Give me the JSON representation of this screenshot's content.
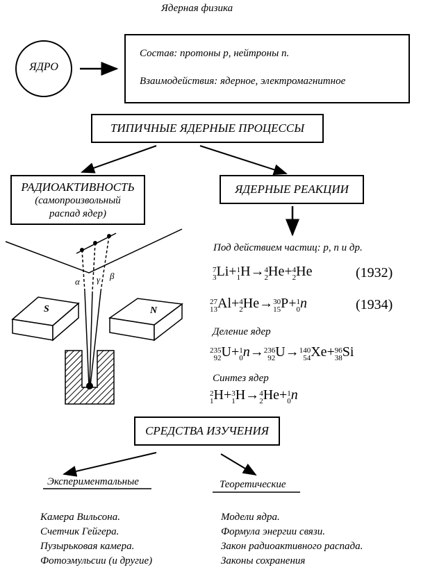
{
  "title": "Ядерная физика",
  "nucleus": {
    "label": "ЯДРО",
    "composition": "Состав: протоны p, нейтроны n.",
    "interactions": "Взаимодействия: ядерное, электромагнитное"
  },
  "processes_box": "ТИПИЧНЫЕ ЯДЕРНЫЕ ПРОЦЕССЫ",
  "radioactivity": {
    "title": "РАДИОАКТИВНОСТЬ",
    "subtitle_line1": "(самопроизвольный",
    "subtitle_line2": "распад ядер)",
    "alpha": "α",
    "gamma": "γ",
    "beta": "β",
    "magnet_s": "S",
    "magnet_n": "N"
  },
  "reactions": {
    "title": "ЯДЕРНЫЕ РЕАКЦИИ",
    "under_action": "Под действием частиц: p, n и др.",
    "year1": "(1932)",
    "year2": "(1934)",
    "fission": "Деление ядер",
    "synthesis": "Синтез ядер"
  },
  "study_box": "СРЕДСТВА ИЗУЧЕНИЯ",
  "experimental": {
    "title": "Экспериментальные",
    "items": [
      "Камера Вильсона.",
      "Счетчик Гейгера.",
      "Пузырьковая камера.",
      "Фотоэмульсии (и другие)"
    ]
  },
  "theoretical": {
    "title": "Теоретические",
    "items": [
      "Модели ядра.",
      "Формула энергии связи.",
      "Закон радиоактивного распада.",
      "Законы сохранения"
    ]
  }
}
